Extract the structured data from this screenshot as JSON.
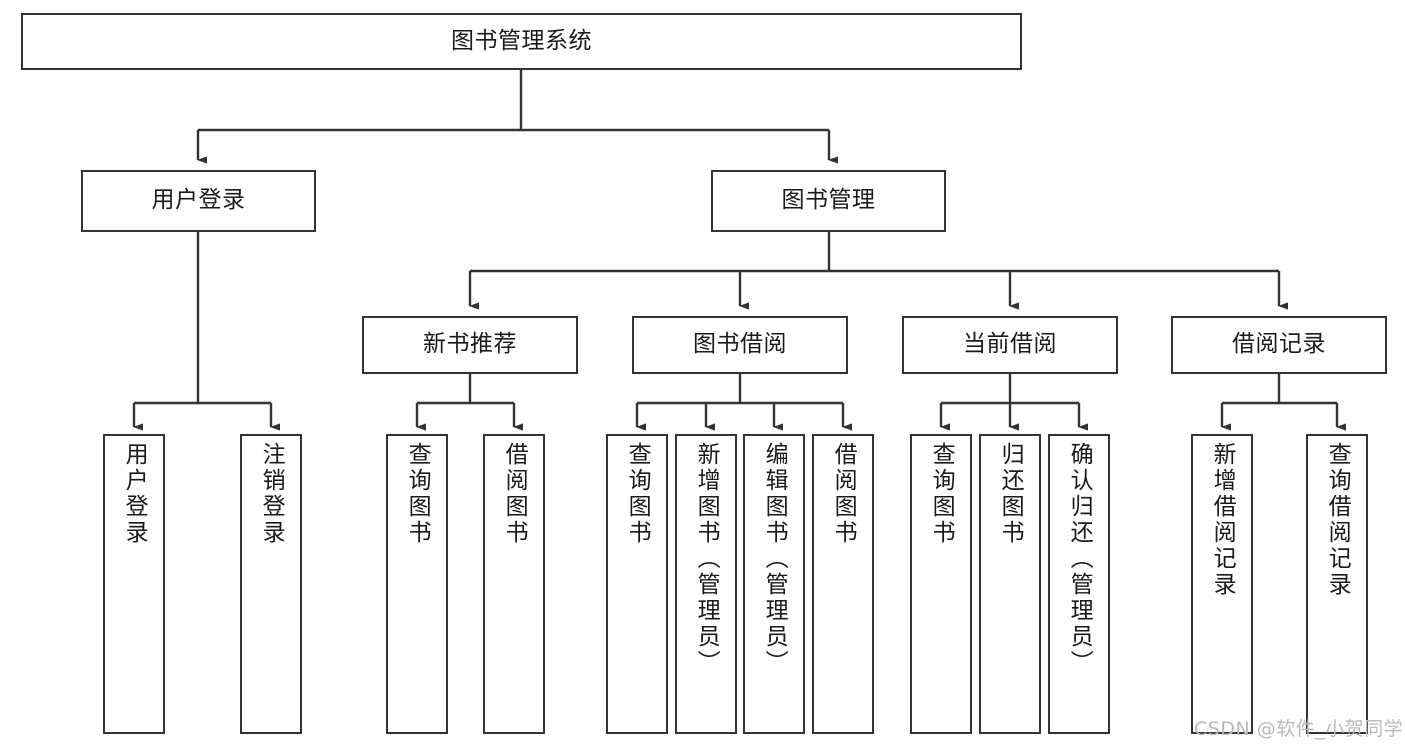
{
  "diagram": {
    "title": "图书管理系统",
    "type": "tree-hierarchy-chart",
    "background_color": "#ffffff",
    "box_border_color": "#333333",
    "box_fill_color": "#ffffff",
    "text_color": "#1a1a1a",
    "connector_color": "#333333"
  },
  "watermark": {
    "text": "CSDN @软件_小贺同学",
    "color": "#b9b9b9"
  },
  "nodes": {
    "root": {
      "label": "图书管理系统"
    },
    "level2": [
      {
        "label": "用户登录"
      },
      {
        "label": "图书管理"
      }
    ],
    "level3": [
      {
        "label": "新书推荐"
      },
      {
        "label": "图书借阅"
      },
      {
        "label": "当前借阅"
      },
      {
        "label": "借阅记录"
      }
    ],
    "leaves": {
      "user_login": [
        {
          "label": "用户登录"
        },
        {
          "label": "注销登录"
        }
      ],
      "new_book_recommend": [
        {
          "label": "查询图书"
        },
        {
          "label": "借阅图书"
        }
      ],
      "book_borrow": [
        {
          "label": "查询图书"
        },
        {
          "label": "新增图书（管理员）"
        },
        {
          "label": "编辑图书（管理员）"
        },
        {
          "label": "借阅图书"
        }
      ],
      "current_borrow": [
        {
          "label": "查询图书"
        },
        {
          "label": "归还图书"
        },
        {
          "label": "确认归还（管理员）"
        }
      ],
      "borrow_record": [
        {
          "label": "新增借阅记录"
        },
        {
          "label": "查询借阅记录"
        }
      ]
    }
  },
  "chart_data": {
    "type": "tree",
    "title": "图书管理系统",
    "root": "图书管理系统",
    "edges": [
      [
        "图书管理系统",
        "用户登录"
      ],
      [
        "图书管理系统",
        "图书管理"
      ],
      [
        "用户登录",
        "用户登录"
      ],
      [
        "用户登录",
        "注销登录"
      ],
      [
        "图书管理",
        "新书推荐"
      ],
      [
        "图书管理",
        "图书借阅"
      ],
      [
        "图书管理",
        "当前借阅"
      ],
      [
        "图书管理",
        "借阅记录"
      ],
      [
        "新书推荐",
        "查询图书"
      ],
      [
        "新书推荐",
        "借阅图书"
      ],
      [
        "图书借阅",
        "查询图书"
      ],
      [
        "图书借阅",
        "新增图书（管理员）"
      ],
      [
        "图书借阅",
        "编辑图书（管理员）"
      ],
      [
        "图书借阅",
        "借阅图书"
      ],
      [
        "当前借阅",
        "查询图书"
      ],
      [
        "当前借阅",
        "归还图书"
      ],
      [
        "当前借阅",
        "确认归还（管理员）"
      ],
      [
        "借阅记录",
        "新增借阅记录"
      ],
      [
        "借阅记录",
        "查询借阅记录"
      ]
    ],
    "levels": 4,
    "leaf_count": 13
  }
}
